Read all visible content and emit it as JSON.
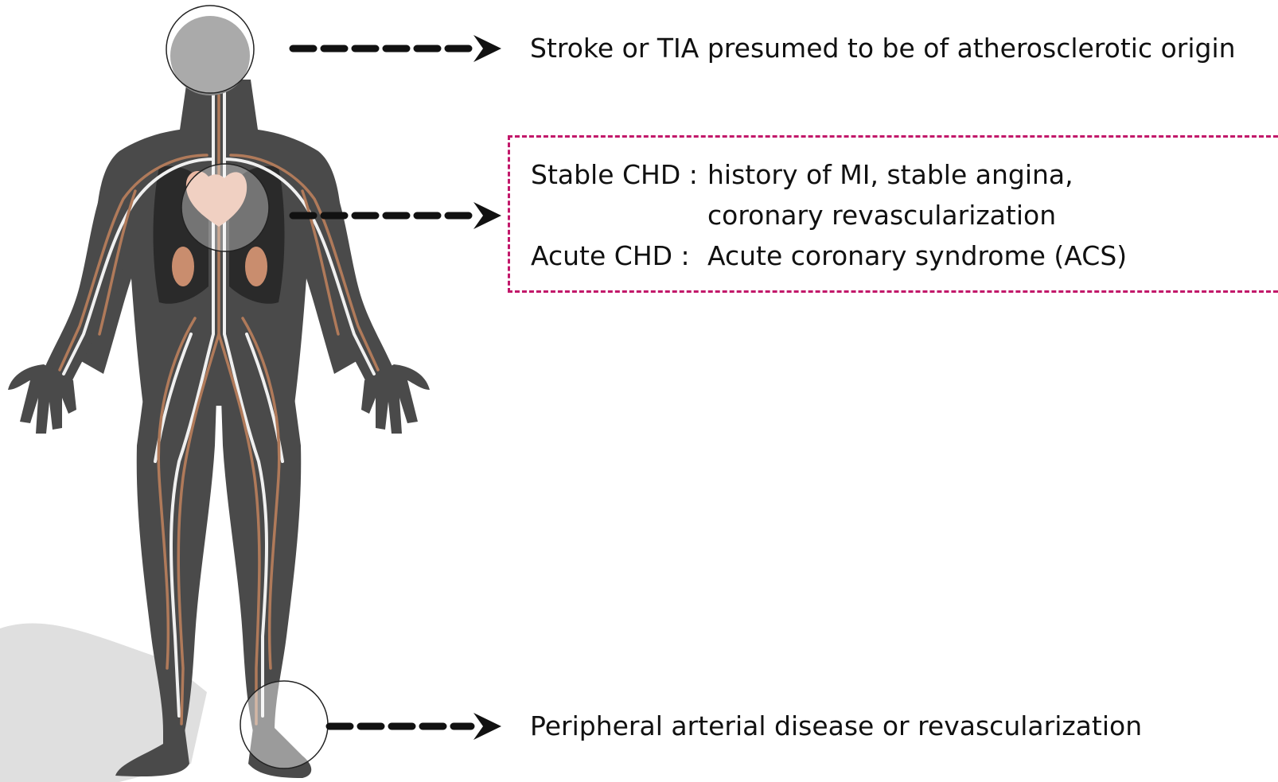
{
  "annotations": {
    "head": {
      "text": "Stroke or TIA presumed to be of atherosclerotic origin"
    },
    "heart": {
      "rows": [
        {
          "label": "Stable CHD :",
          "text": "history of MI, stable angina,"
        },
        {
          "label": "",
          "text": "coronary revascularization"
        },
        {
          "label": "Acute  CHD :",
          "text": "Acute coronary syndrome (ACS)"
        }
      ],
      "box_color": "#c2186a"
    },
    "leg": {
      "text": "Peripheral arterial disease or revascularization"
    }
  },
  "colors": {
    "body": "#4a4a4a",
    "body_shadow": "#d6d6d6",
    "artery": "#b07a5a",
    "vein": "#f2f2f2",
    "heart": "#e9b7a2",
    "kidney": "#c98d6e",
    "arrow": "#111111"
  }
}
